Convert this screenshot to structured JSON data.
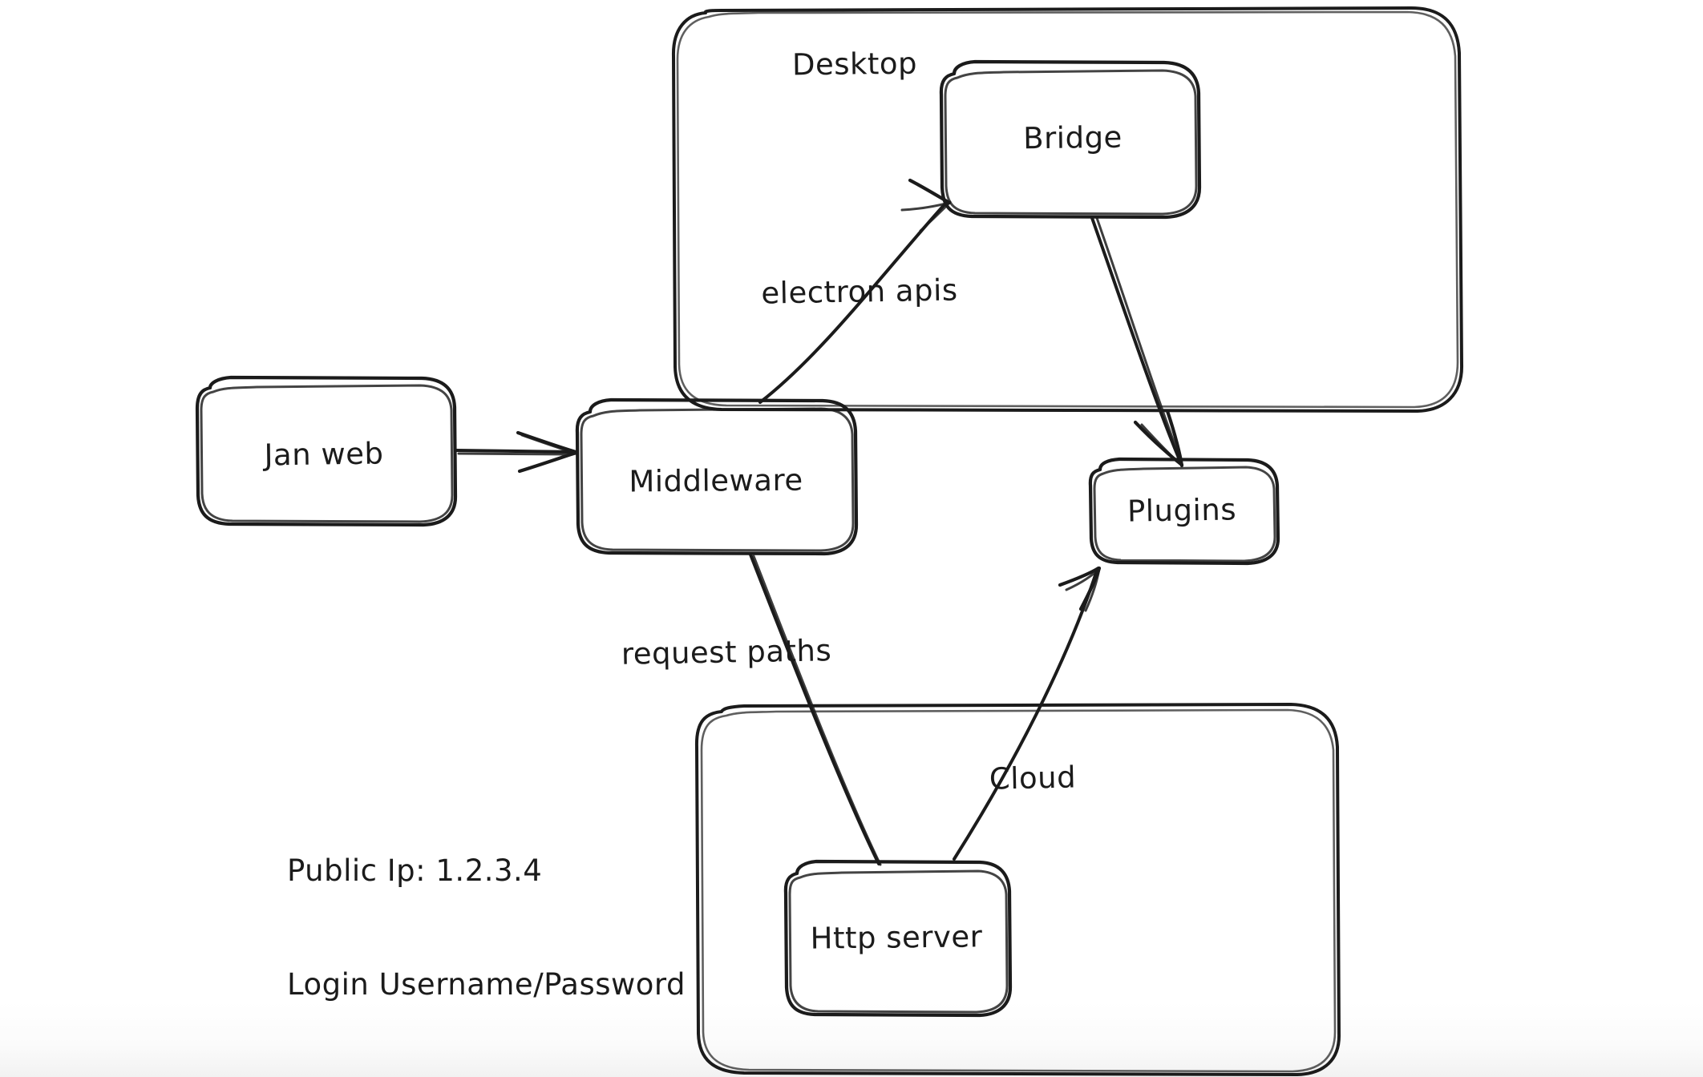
{
  "diagram": {
    "title": "Jan architecture sketch",
    "style": "hand-drawn whiteboard",
    "stroke_color": "#1b1b1b",
    "background_color": "#ffffff",
    "groups": [
      {
        "id": "desktop",
        "label": "Desktop"
      },
      {
        "id": "cloud",
        "label": "Cloud"
      }
    ],
    "nodes": [
      {
        "id": "jan-web",
        "label": "Jan web"
      },
      {
        "id": "middleware",
        "label": "Middleware"
      },
      {
        "id": "bridge",
        "label": "Bridge"
      },
      {
        "id": "plugins",
        "label": "Plugins"
      },
      {
        "id": "http-server",
        "label": "Http server"
      }
    ],
    "edges": [
      {
        "id": "janweb-middleware",
        "from": "jan-web",
        "to": "middleware",
        "label": "",
        "arrow": true
      },
      {
        "id": "middleware-bridge",
        "from": "middleware",
        "to": "bridge",
        "label": "electron apis",
        "arrow": true
      },
      {
        "id": "bridge-plugins",
        "from": "bridge",
        "to": "plugins",
        "label": "",
        "arrow": true
      },
      {
        "id": "middleware-httpserver",
        "from": "middleware",
        "to": "http-server",
        "label": "request paths",
        "arrow": false
      },
      {
        "id": "httpserver-plugins",
        "from": "http-server",
        "to": "plugins",
        "label": "",
        "arrow": true
      }
    ],
    "edge_labels": {
      "electron_apis": "electron apis",
      "request_paths": "request paths"
    },
    "notes": {
      "public_ip_line": "Public Ip: 1.2.3.4",
      "login_line": "Login Username/Password"
    }
  }
}
